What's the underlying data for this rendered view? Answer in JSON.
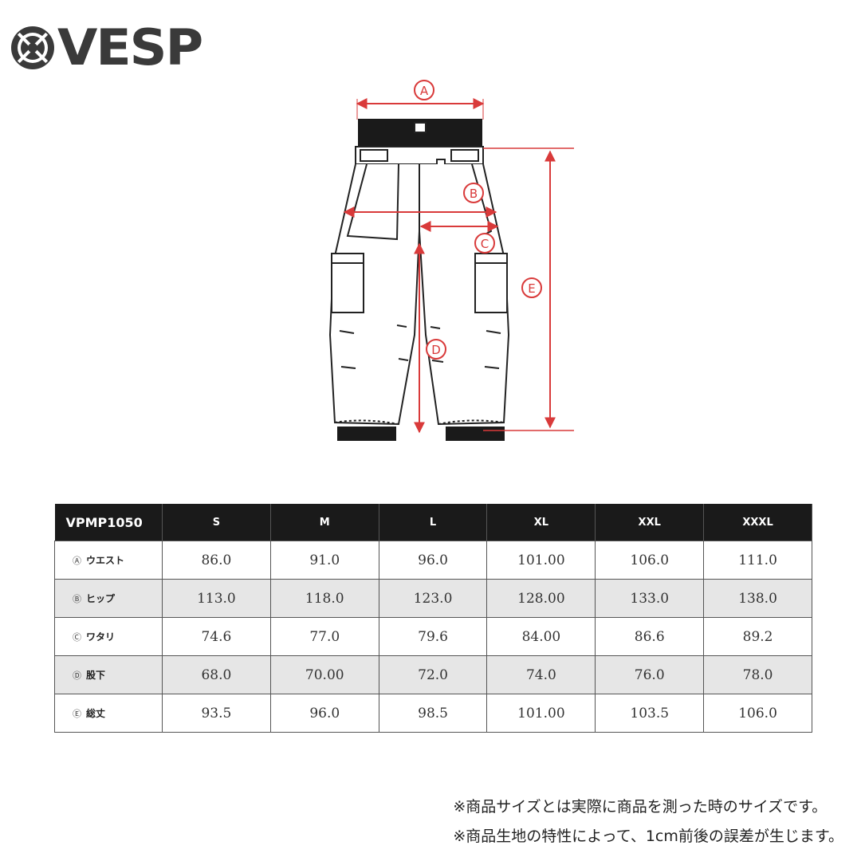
{
  "brand": {
    "name": "VESP"
  },
  "diagram": {
    "labels": [
      "A",
      "B",
      "C",
      "D",
      "E"
    ],
    "accent_color": "#d93a3a"
  },
  "table": {
    "headers": [
      "VPMP1050",
      "S",
      "M",
      "L",
      "XL",
      "XXL",
      "XXXL"
    ],
    "rows": [
      {
        "mark": "Ⓐ",
        "label": "ウエスト",
        "values": [
          "86.0",
          "91.0",
          "96.0",
          "101.00",
          "106.0",
          "111.0"
        ]
      },
      {
        "mark": "Ⓑ",
        "label": "ヒップ",
        "values": [
          "113.0",
          "118.0",
          "123.0",
          "128.00",
          "133.0",
          "138.0"
        ]
      },
      {
        "mark": "Ⓒ",
        "label": "ワタリ",
        "values": [
          "74.6",
          "77.0",
          "79.6",
          "84.00",
          "86.6",
          "89.2"
        ]
      },
      {
        "mark": "Ⓓ",
        "label": "股下",
        "values": [
          "68.0",
          "70.00",
          "72.0",
          "74.0",
          "76.0",
          "78.0"
        ]
      },
      {
        "mark": "Ⓔ",
        "label": "総丈",
        "values": [
          "93.5",
          "96.0",
          "98.5",
          "101.00",
          "103.5",
          "106.0"
        ]
      }
    ]
  },
  "notes": [
    "※商品サイズとは実際に商品を測った時のサイズです。",
    "※商品生地の特性によって、1cm前後の誤差が生じます。"
  ]
}
